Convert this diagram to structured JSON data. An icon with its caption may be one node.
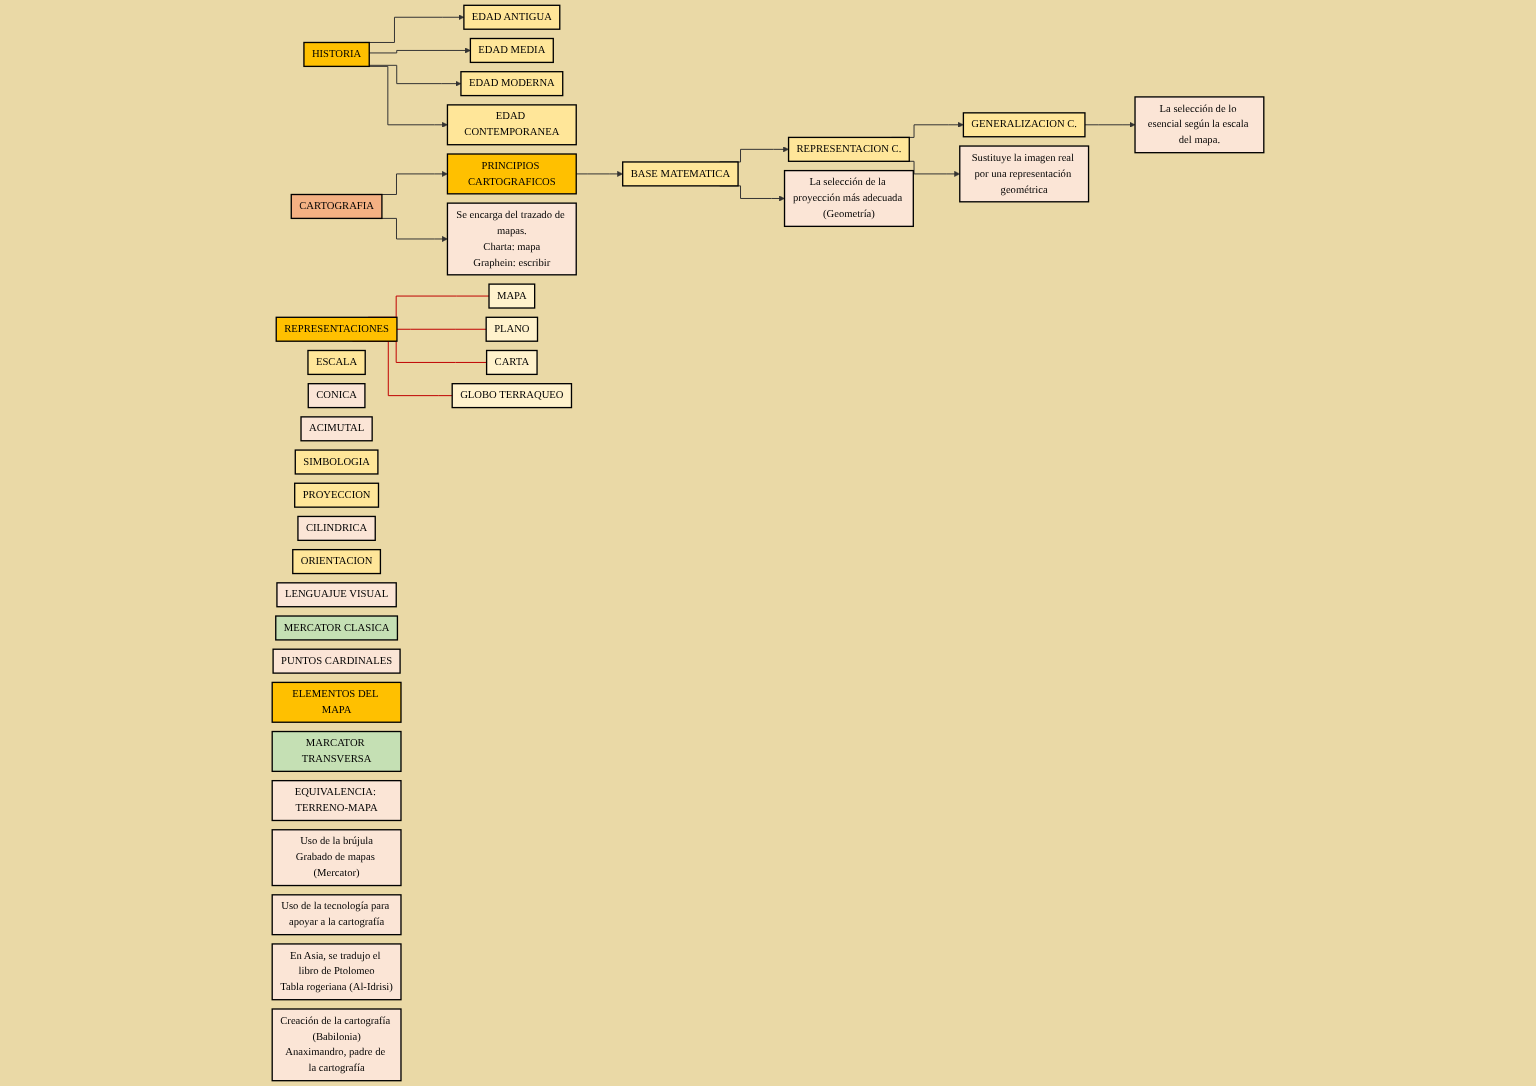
{
  "diagram": {
    "nodes": [
      {
        "text": [
          "HISTORIA"
        ]
      },
      {
        "text": [
          "EDAD ANTIGUA"
        ]
      },
      {
        "text": [
          "Creación de la cartografía (Babilonia)",
          "Anaximandro, padre de la cartografía"
        ]
      },
      {
        "text": [
          "EDAD MEDIA"
        ]
      },
      {
        "text": [
          "En Asia, se tradujo el libro de Ptolomeo",
          "Tabla rogeriana (Al-Idrisi)"
        ]
      },
      {
        "text": [
          "EDAD MODERNA"
        ]
      },
      {
        "text": [
          "Uso de la brújula",
          "Grabado de mapas (Mercator)"
        ]
      },
      {
        "text": [
          "EDAD CONTEMPORANEA"
        ]
      },
      {
        "text": [
          "Uso de la tecnología para apoyar a la cartografía"
        ]
      },
      {
        "text": [
          "BASE MATEMATICA"
        ]
      },
      {
        "text": [
          "REPRESENTACION C."
        ]
      },
      {
        "text": [
          "GENERALIZACION C."
        ]
      },
      {
        "text": [
          "CARTOGRAFIA"
        ]
      },
      {
        "text": [
          "PRINCIPIOS CARTOGRAFICOS"
        ]
      },
      {
        "text": [
          "La selección de la proyección más adecuada (Geometría)"
        ]
      },
      {
        "text": [
          "Sustituye la imagen real por una representación geométrica"
        ]
      },
      {
        "text": [
          "La selección de lo esencial según la escala del mapa."
        ]
      },
      {
        "text": [
          "Se encarga del trazado de mapas.",
          "Charta: mapa",
          "Graphein: escribir"
        ]
      },
      {
        "text": [
          "MAPA"
        ]
      },
      {
        "text": [
          "PLANO"
        ]
      },
      {
        "text": [
          "REPRESENTACIONES"
        ]
      },
      {
        "text": [
          "CARTA"
        ]
      },
      {
        "text": [
          "GLOBO TERRAQUEO"
        ]
      },
      {
        "text": [
          "ACIMUTAL"
        ]
      },
      {
        "text": [
          "ELEMENTOS DEL MAPA"
        ]
      },
      {
        "text": [
          "SIMBOLOGIA"
        ]
      },
      {
        "text": [
          "ORIENTACION"
        ]
      },
      {
        "text": [
          "ESCALA"
        ]
      },
      {
        "text": [
          "PROYECCION"
        ]
      },
      {
        "text": [
          "CONICA"
        ]
      },
      {
        "text": [
          "LENGUAJUE VISUAL"
        ]
      },
      {
        "text": [
          "PUNTOS CARDINALES"
        ]
      },
      {
        "text": [
          "EQUIVALENCIA: TERRENO-MAPA"
        ]
      },
      {
        "text": [
          "CILINDRICA"
        ]
      },
      {
        "text": [
          "MARCATOR TRANSVERSA"
        ]
      },
      {
        "text": [
          "MERCATOR CLASICA"
        ]
      }
    ],
    "edges": [
      {
        "from": 0,
        "to": 1,
        "arrow": "to"
      },
      {
        "from": 0,
        "to": 3,
        "arrow": "to"
      },
      {
        "from": 0,
        "to": 5,
        "arrow": "to"
      },
      {
        "from": 0,
        "to": 7,
        "arrow": "to"
      },
      {
        "from": 12,
        "to": 13,
        "arrow": "to"
      },
      {
        "from": 12,
        "to": 17,
        "arrow": "to"
      },
      {
        "from": 13,
        "to": 9,
        "arrow": "to"
      },
      {
        "from": 9,
        "to": 10,
        "arrow": "to"
      },
      {
        "from": 10,
        "to": 11,
        "arrow": "to"
      },
      {
        "from": 9,
        "to": 14,
        "arrow": "to"
      },
      {
        "from": 10,
        "to": 15,
        "arrow": "to"
      },
      {
        "from": 11,
        "to": 16,
        "arrow": "to"
      },
      {
        "from": 20,
        "to": 18,
        "arrow": "none",
        "color": "#c00000"
      },
      {
        "from": 20,
        "to": 19,
        "arrow": "none",
        "color": "#c00000"
      },
      {
        "from": 20,
        "to": 21,
        "arrow": "none",
        "color": "#c00000"
      },
      {
        "from": 20,
        "to": 22,
        "arrow": "none",
        "color": "#c00000"
      }
    ]
  }
}
